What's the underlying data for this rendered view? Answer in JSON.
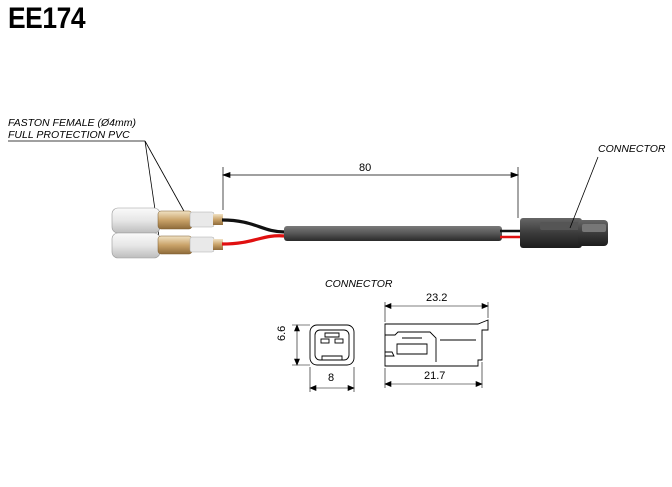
{
  "title": "EE174",
  "labels": {
    "faston_line1": "FASTON FEMALE (Ø4mm)",
    "faston_line2": "FULL PROTECTION PVC",
    "connector_top": "CONNECTOR",
    "connector_detail": "CONNECTOR"
  },
  "dimensions": {
    "cable_length": "80",
    "connector_length_top": "23.2",
    "connector_length_bottom": "21.7",
    "connector_height": "6.6",
    "connector_width": "8"
  },
  "colors": {
    "wire_black": "#111111",
    "wire_red": "#e01010",
    "sheath": "#555555",
    "connector": "#3a3a3a",
    "insulator": "#e8e8e8",
    "brass": "#d6b98a"
  }
}
